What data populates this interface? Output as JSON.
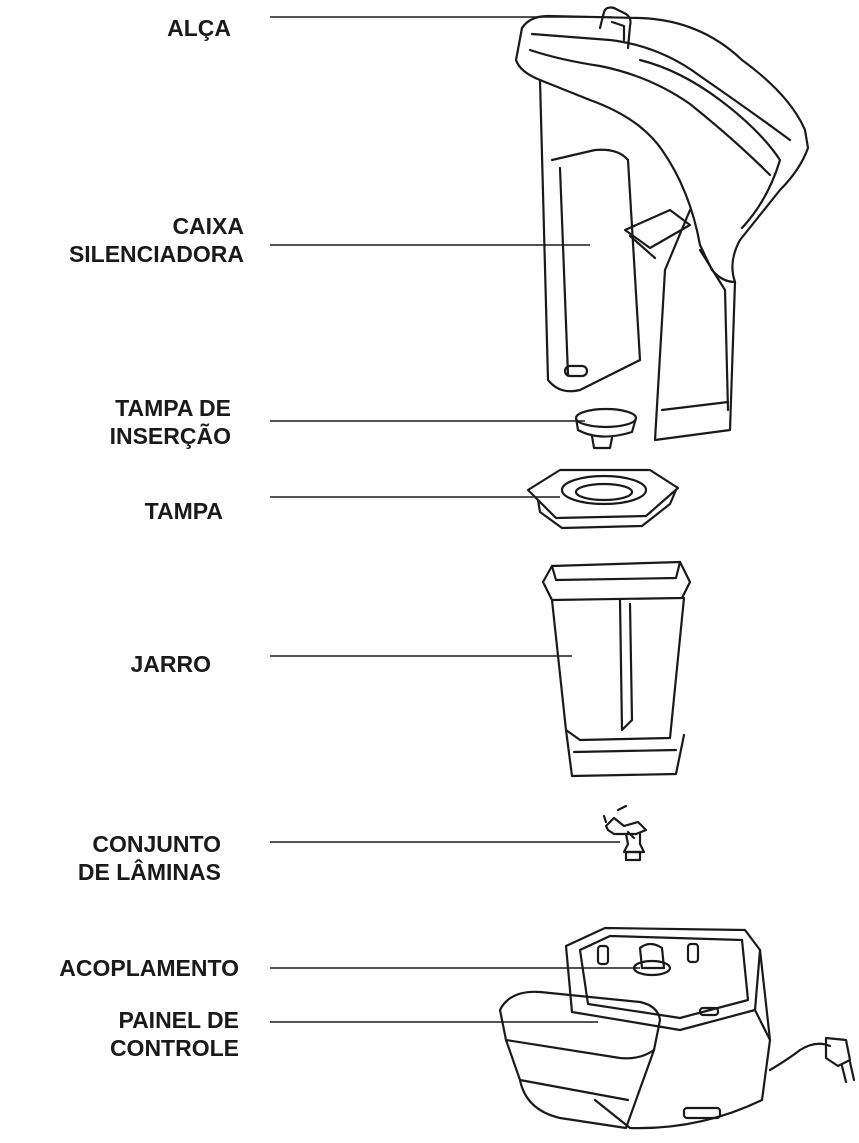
{
  "diagram": {
    "labels": [
      {
        "id": "handle",
        "lines": [
          "ALÇA"
        ]
      },
      {
        "id": "sound_enclosure",
        "lines": [
          "CAIXA",
          "SILENCIADORA"
        ]
      },
      {
        "id": "insert_cap",
        "lines": [
          "TAMPA DE",
          "INSERÇÃO"
        ]
      },
      {
        "id": "lid",
        "lines": [
          "TAMPA"
        ]
      },
      {
        "id": "jar",
        "lines": [
          "JARRO"
        ]
      },
      {
        "id": "blade_assembly",
        "lines": [
          "CONJUNTO",
          "DE LÂMINAS"
        ]
      },
      {
        "id": "coupling",
        "lines": [
          "ACOPLAMENTO"
        ]
      },
      {
        "id": "control_panel",
        "lines": [
          "PAINEL DE",
          "CONTROLE"
        ]
      }
    ]
  }
}
